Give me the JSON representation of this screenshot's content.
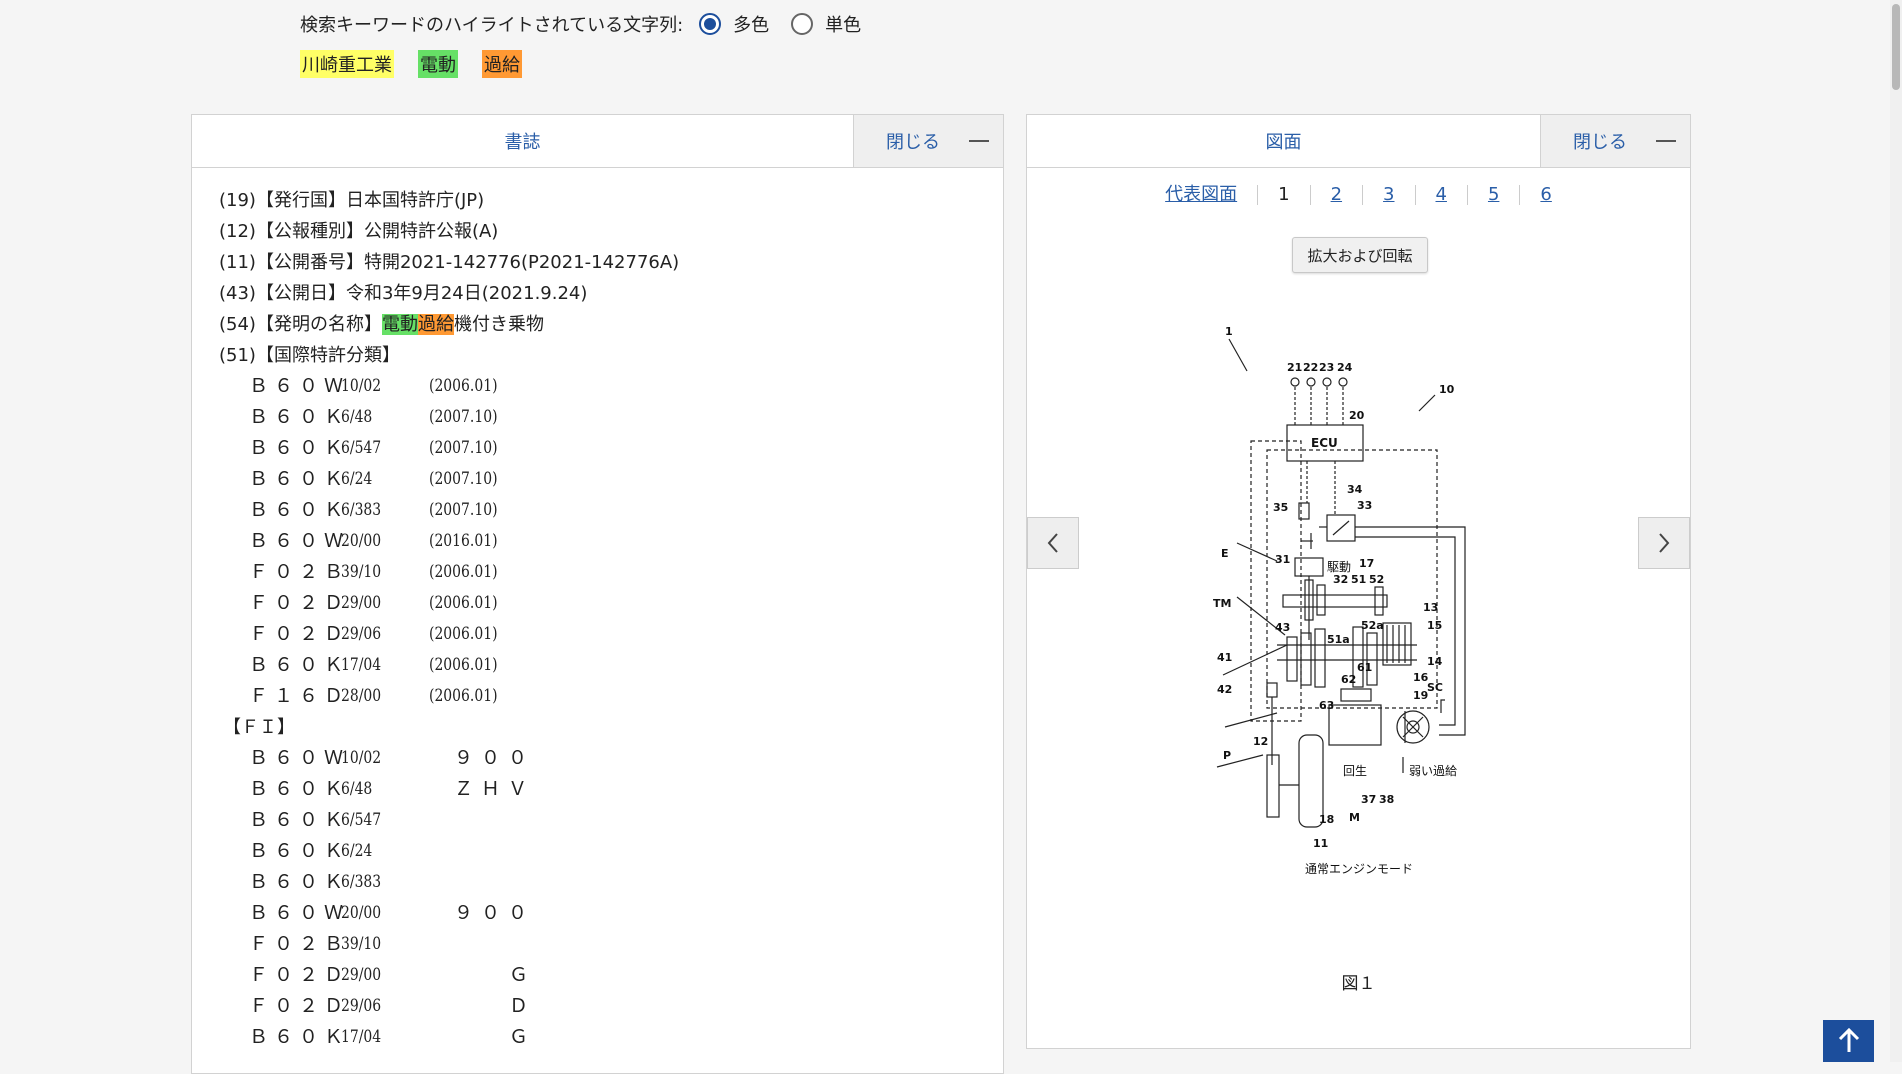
{
  "highlight_options": {
    "label": "検索キーワードのハイライトされている文字列:",
    "multi": "多色",
    "single": "単色",
    "selected": "multi"
  },
  "keywords": [
    {
      "text": "川崎重工業",
      "color": "#ffff66"
    },
    {
      "text": "電動",
      "color": "#66e066"
    },
    {
      "text": "過給",
      "color": "#ff9933"
    }
  ],
  "left_panel": {
    "title": "書誌",
    "close_label": "閉じる",
    "lines": {
      "issuer": "(19)【発行国】日本国特許庁(JP)",
      "kind": "(12)【公報種別】公開特許公報(A)",
      "pubno": "(11)【公開番号】特開2021-142776(P2021-142776A)",
      "pubdate": "(43)【公開日】令和3年9月24日(2021.9.24)",
      "title_prefix": "(54)【発明の名称】",
      "title_hl1": "電動",
      "title_hl2": "過給",
      "title_rest": "機付き乗物",
      "ipc_header": "(51)【国際特許分類】",
      "fi_header": "【ＦＩ】"
    },
    "ipc": [
      {
        "code": "Ｂ６０Ｗ",
        "num": "10/02",
        "date": "(2006.01)"
      },
      {
        "code": "Ｂ６０Ｋ",
        "num": "6/48",
        "date": "(2007.10)"
      },
      {
        "code": "Ｂ６０Ｋ",
        "num": "6/547",
        "date": "(2007.10)"
      },
      {
        "code": "Ｂ６０Ｋ",
        "num": "6/24",
        "date": "(2007.10)"
      },
      {
        "code": "Ｂ６０Ｋ",
        "num": "6/383",
        "date": "(2007.10)"
      },
      {
        "code": "Ｂ６０Ｗ",
        "num": "20/00",
        "date": "(2016.01)"
      },
      {
        "code": "Ｆ０２Ｂ",
        "num": "39/10",
        "date": "(2006.01)"
      },
      {
        "code": "Ｆ０２Ｄ",
        "num": "29/00",
        "date": "(2006.01)"
      },
      {
        "code": "Ｆ０２Ｄ",
        "num": "29/06",
        "date": "(2006.01)"
      },
      {
        "code": "Ｂ６０Ｋ",
        "num": "17/04",
        "date": "(2006.01)"
      },
      {
        "code": "Ｆ１６Ｄ",
        "num": "28/00",
        "date": "(2006.01)"
      }
    ],
    "fi": [
      {
        "code": "Ｂ６０Ｗ",
        "num": "10/02",
        "sub": "９００",
        "sub2": ""
      },
      {
        "code": "Ｂ６０Ｋ",
        "num": "6/48",
        "sub": "ＺＨＶ",
        "sub2": ""
      },
      {
        "code": "Ｂ６０Ｋ",
        "num": "6/547",
        "sub": "",
        "sub2": ""
      },
      {
        "code": "Ｂ６０Ｋ",
        "num": "6/24",
        "sub": "",
        "sub2": ""
      },
      {
        "code": "Ｂ６０Ｋ",
        "num": "6/383",
        "sub": "",
        "sub2": ""
      },
      {
        "code": "Ｂ６０Ｗ",
        "num": "20/00",
        "sub": "９００",
        "sub2": ""
      },
      {
        "code": "Ｆ０２Ｂ",
        "num": "39/10",
        "sub": "",
        "sub2": ""
      },
      {
        "code": "Ｆ０２Ｄ",
        "num": "29/00",
        "sub": "",
        "sub2": "Ｇ"
      },
      {
        "code": "Ｆ０２Ｄ",
        "num": "29/06",
        "sub": "",
        "sub2": "Ｄ"
      },
      {
        "code": "Ｂ６０Ｋ",
        "num": "17/04",
        "sub": "",
        "sub2": "Ｇ"
      }
    ]
  },
  "right_panel": {
    "title": "図面",
    "close_label": "閉じる",
    "tabs": [
      "代表図面",
      "1",
      "2",
      "3",
      "4",
      "5",
      "6"
    ],
    "current_tab": "1",
    "zoom_label": "拡大および回転",
    "figure_caption": "図１",
    "drawing": {
      "labels": [
        "1",
        "10",
        "20",
        "21",
        "22",
        "23",
        "24",
        "33",
        "34",
        "35",
        "31",
        "32",
        "51",
        "52",
        "17",
        "13",
        "15",
        "14",
        "16",
        "19",
        "SC",
        "43",
        "51a",
        "52a",
        "61",
        "62",
        "63",
        "41",
        "42",
        "12",
        "P",
        "18",
        "11",
        "37",
        "38",
        "M",
        "E",
        "TM"
      ],
      "ecu": "ECU",
      "drive_text": "駆動",
      "regen_text": "回生",
      "weak_boost": "弱い過給",
      "mode_text": "通常エンジンモード"
    }
  },
  "icons": {
    "prev": "chevron-left-icon",
    "next": "chevron-right-icon",
    "scroll_top": "arrow-up-icon"
  }
}
